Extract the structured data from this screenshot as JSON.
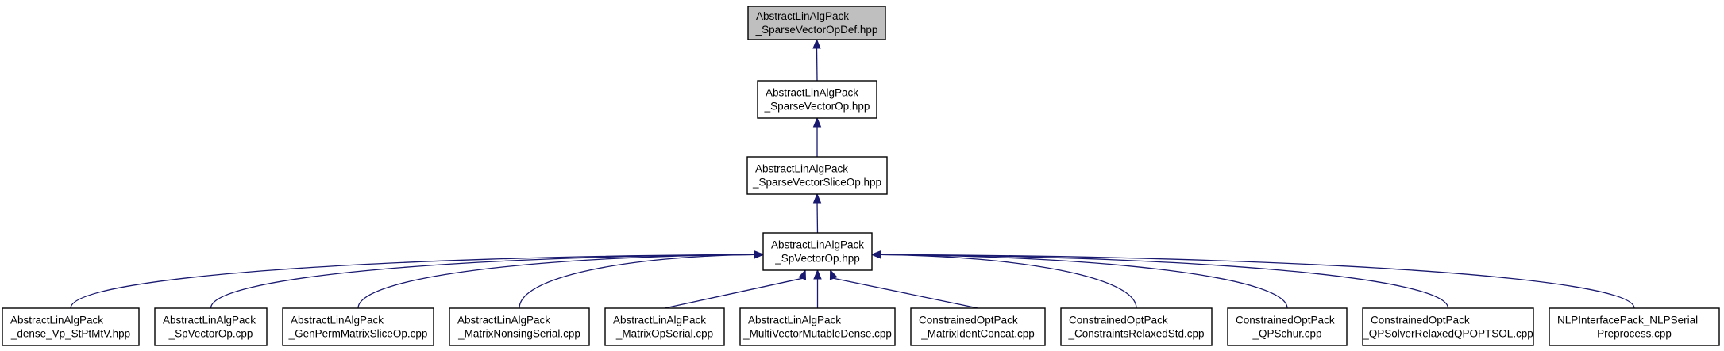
{
  "graph": {
    "nodes": [
      {
        "id": "n0",
        "lines": [
          "AbstractLinAlgPack",
          "_SparseVectorOpDef.hpp"
        ],
        "current": true
      },
      {
        "id": "n1",
        "lines": [
          "AbstractLinAlgPack",
          "_SparseVectorOp.hpp"
        ]
      },
      {
        "id": "n2",
        "lines": [
          "AbstractLinAlgPack",
          "_SparseVectorSliceOp.hpp"
        ]
      },
      {
        "id": "n3",
        "lines": [
          "AbstractLinAlgPack",
          "_SpVectorOp.hpp"
        ]
      },
      {
        "id": "n4",
        "lines": [
          "AbstractLinAlgPack",
          "_dense_Vp_StPtMtV.hpp"
        ]
      },
      {
        "id": "n5",
        "lines": [
          "AbstractLinAlgPack",
          "_SpVectorOp.cpp"
        ]
      },
      {
        "id": "n6",
        "lines": [
          "AbstractLinAlgPack",
          "_GenPermMatrixSliceOp.cpp"
        ]
      },
      {
        "id": "n7",
        "lines": [
          "AbstractLinAlgPack",
          "_MatrixNonsingSerial.cpp"
        ]
      },
      {
        "id": "n8",
        "lines": [
          "AbstractLinAlgPack",
          "_MatrixOpSerial.cpp"
        ]
      },
      {
        "id": "n9",
        "lines": [
          "AbstractLinAlgPack",
          "_MultiVectorMutableDense.cpp"
        ]
      },
      {
        "id": "n10",
        "lines": [
          "ConstrainedOptPack",
          "_MatrixIdentConcat.cpp"
        ]
      },
      {
        "id": "n11",
        "lines": [
          "ConstrainedOptPack",
          "_ConstraintsRelaxedStd.cpp"
        ]
      },
      {
        "id": "n12",
        "lines": [
          "ConstrainedOptPack",
          "_QPSchur.cpp"
        ]
      },
      {
        "id": "n13",
        "lines": [
          "ConstrainedOptPack",
          "_QPSolverRelaxedQPOPTSOL.cpp"
        ]
      },
      {
        "id": "n14",
        "lines": [
          "NLPInterfacePack_NLPSerial",
          "Preprocess.cpp"
        ]
      }
    ],
    "edges": [
      {
        "from": "n1",
        "to": "n0"
      },
      {
        "from": "n2",
        "to": "n1"
      },
      {
        "from": "n3",
        "to": "n2"
      },
      {
        "from": "n4",
        "to": "n3"
      },
      {
        "from": "n5",
        "to": "n3"
      },
      {
        "from": "n6",
        "to": "n3"
      },
      {
        "from": "n7",
        "to": "n3"
      },
      {
        "from": "n8",
        "to": "n3"
      },
      {
        "from": "n9",
        "to": "n3"
      },
      {
        "from": "n10",
        "to": "n3"
      },
      {
        "from": "n11",
        "to": "n3"
      },
      {
        "from": "n12",
        "to": "n3"
      },
      {
        "from": "n13",
        "to": "n3"
      },
      {
        "from": "n14",
        "to": "n3"
      }
    ]
  }
}
